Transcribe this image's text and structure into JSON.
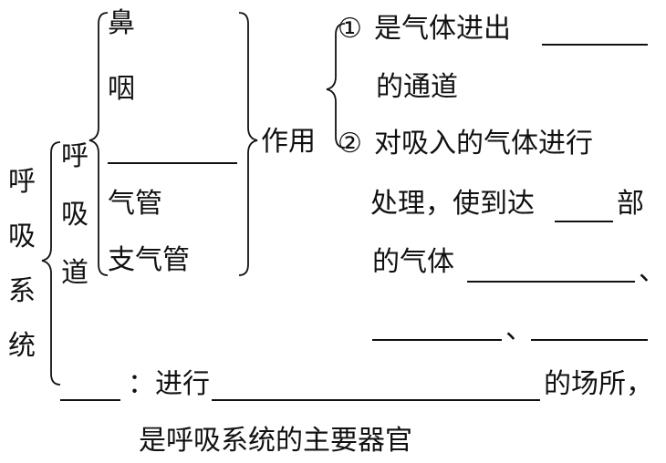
{
  "system": {
    "chars": [
      "呼",
      "吸",
      "系",
      "统"
    ]
  },
  "airway": {
    "chars": [
      "呼",
      "吸",
      "道"
    ],
    "parts": [
      "鼻",
      "咽",
      "气管",
      "支气管"
    ],
    "function_label": "作用",
    "functions": {
      "f1_num": "①",
      "f1_line1": "是气体进出",
      "f1_line2": "的通道",
      "f2_num": "②",
      "f2_line1": "对吸入的气体进行",
      "f2_line2a": "处理，使到达",
      "f2_line2b": "部",
      "f2_line3a": "的气体",
      "f2_comma1": "、",
      "f2_comma2": "、"
    }
  },
  "lung": {
    "text1": "：进行",
    "text2": "的场所，",
    "text3": "是呼吸系统的主要器官"
  }
}
